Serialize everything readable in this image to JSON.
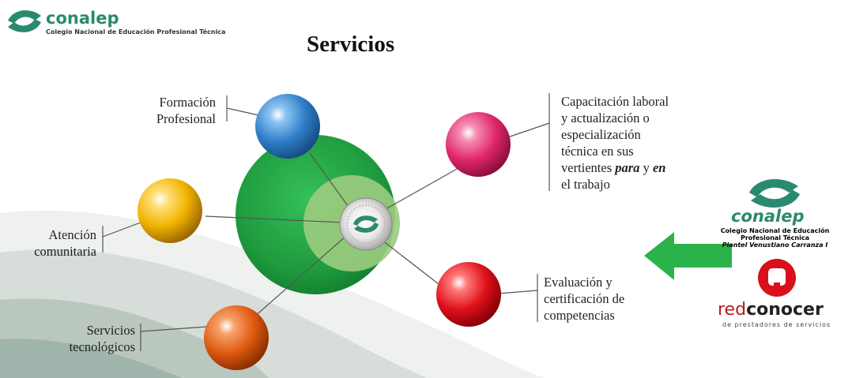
{
  "header": {
    "logo_text": "conalep",
    "logo_subtitle": "Colegio Nacional de Educación Profesional Técnica"
  },
  "title": "Servicios",
  "nodes": {
    "formacion": {
      "line1": "Formación",
      "line2": "Profesional"
    },
    "atencion": {
      "line1": "Atención",
      "line2": "comunitaria"
    },
    "servicios": {
      "line1": "Servicios",
      "line2": "tecnológicos"
    },
    "capacitacion": {
      "line1": "Capacitación laboral",
      "line2": "y actualización o",
      "line3": "especialización",
      "line4": "técnica en sus",
      "line5_pre": "vertientes ",
      "line5_para": "para",
      "line5_mid": " y ",
      "line5_en": "en",
      "line6": "el trabajo"
    },
    "evaluacion": {
      "line1": "Evaluación y",
      "line2": "certificación de",
      "line3": "competencias"
    }
  },
  "right_logo": {
    "text": "conalep",
    "sub1": "Colegio Nacional de Educación",
    "sub2": "Profesional Técnica",
    "sub3": "Plantel Venustiano Carranza I"
  },
  "conocer": {
    "red": "red",
    "bold": "conocer",
    "sub": "de prestadores de servicios"
  },
  "colors": {
    "brand_green": "#2a8a6f",
    "big_circle": "#22a040",
    "blue": "#2f7fc8",
    "pink": "#e0286c",
    "yellow": "#f0b400",
    "red": "#e0101a",
    "orange": "#e05a10",
    "arrow": "#2ab34a"
  }
}
